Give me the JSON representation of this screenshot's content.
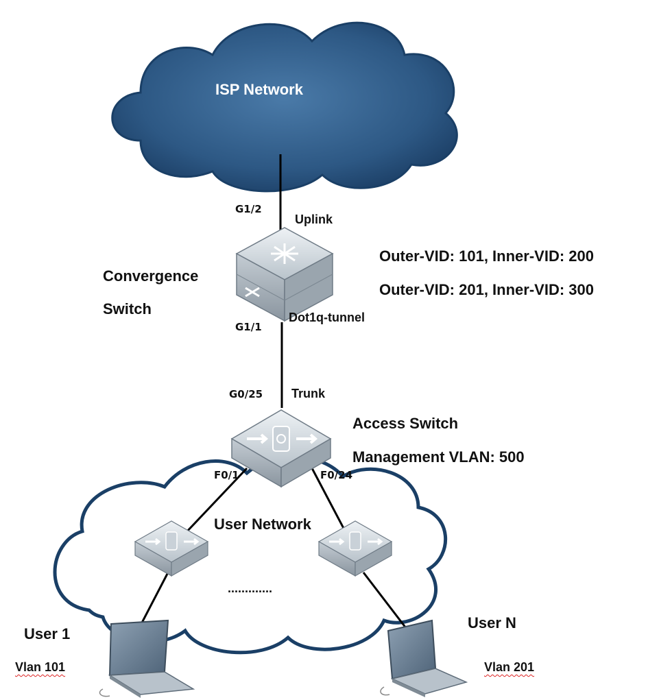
{
  "isp": {
    "label": "ISP Network"
  },
  "convergence": {
    "label_line1": "Convergence",
    "label_line2": "Switch",
    "uplink_port": "G1/2",
    "uplink_label": "Uplink",
    "downlink_port": "G1/1",
    "downlink_label": "Dot1q-tunnel"
  },
  "vid_mappings": [
    "Outer-VID: 101, Inner-VID: 200",
    "Outer-VID: 201, Inner-VID: 300"
  ],
  "access": {
    "label": "Access Switch",
    "mgmt": "Management VLAN: 500",
    "uplink_port": "G0/25",
    "uplink_label": "Trunk",
    "port_left": "F0/1",
    "port_right": "F0/24"
  },
  "user_network": {
    "label": "User Network",
    "ellipsis": "............."
  },
  "users": [
    {
      "name": "User 1",
      "vlan": "Vlan 101"
    },
    {
      "name": "User N",
      "vlan": "Vlan 201"
    }
  ],
  "colors": {
    "cloud_edge": "#1a3f66",
    "cloud_fill": "#2f5a86",
    "line": "#000000"
  }
}
